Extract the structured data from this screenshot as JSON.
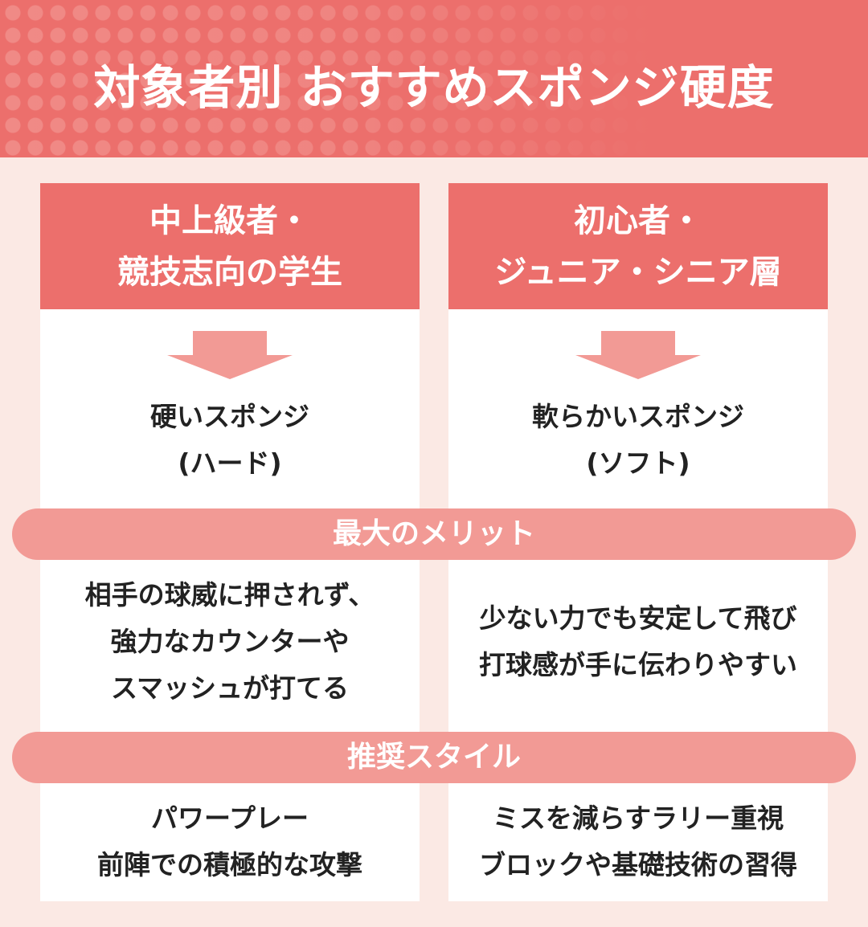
{
  "title": "対象者別 おすすめスポンジ硬度",
  "columns": [
    {
      "header": [
        "中上級者・",
        "競技志向の学生"
      ],
      "sponge": [
        "硬いスポンジ",
        "(ハード)"
      ],
      "merit": [
        "相手の球威に押されず、",
        "強力なカウンターや",
        "スマッシュが打てる"
      ],
      "style": [
        "パワープレー",
        "前陣での積極的な攻撃"
      ]
    },
    {
      "header": [
        "初心者・",
        "ジュニア・シニア層"
      ],
      "sponge": [
        "軟らかいスポンジ",
        "(ソフト)"
      ],
      "merit": [
        "少ない力でも安定して飛び",
        "打球感が手に伝わりやすい"
      ],
      "style": [
        "ミスを減らすラリー重視",
        "ブロックや基礎技術の習得"
      ]
    }
  ],
  "sections": {
    "merit": "最大のメリット",
    "style": "推奨スタイル"
  },
  "colors": {
    "primary": "#ec6f6c",
    "pill": "#f29a95",
    "background": "#fbe9e4"
  }
}
